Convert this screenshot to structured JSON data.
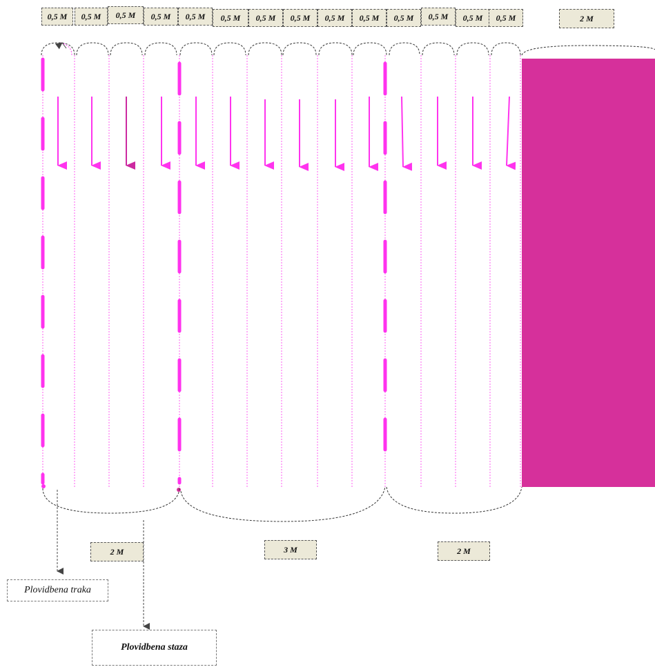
{
  "colors": {
    "lane_accent": "#ff33ee",
    "block_fill": "#d6309b",
    "arrow": "#ff33ee",
    "arrow_dark": "#cc2aa0",
    "label_bg": "#ece9d8",
    "outline": "#555555"
  },
  "top_labels": [
    "0,5 M",
    "0,5 M",
    "0,5 M",
    "0,5 M",
    "0,5 M",
    "0,5 M",
    "0,5 M",
    "0,5 M",
    "0,5 M",
    "0,5 M",
    "0,5 M",
    "0,5 M",
    "0,5 M",
    "0,5 M"
  ],
  "top_right_label": "2 M",
  "bottom_labels": [
    "2 M",
    "3 M",
    "2 M"
  ],
  "callouts": {
    "plovidbena_traka": "Plovidbena traka",
    "plovidbena_staza": "Plovidbena staza"
  },
  "lane_count": 14,
  "icons": [
    "down-arrow-icon",
    "curved-arrow-icon"
  ]
}
